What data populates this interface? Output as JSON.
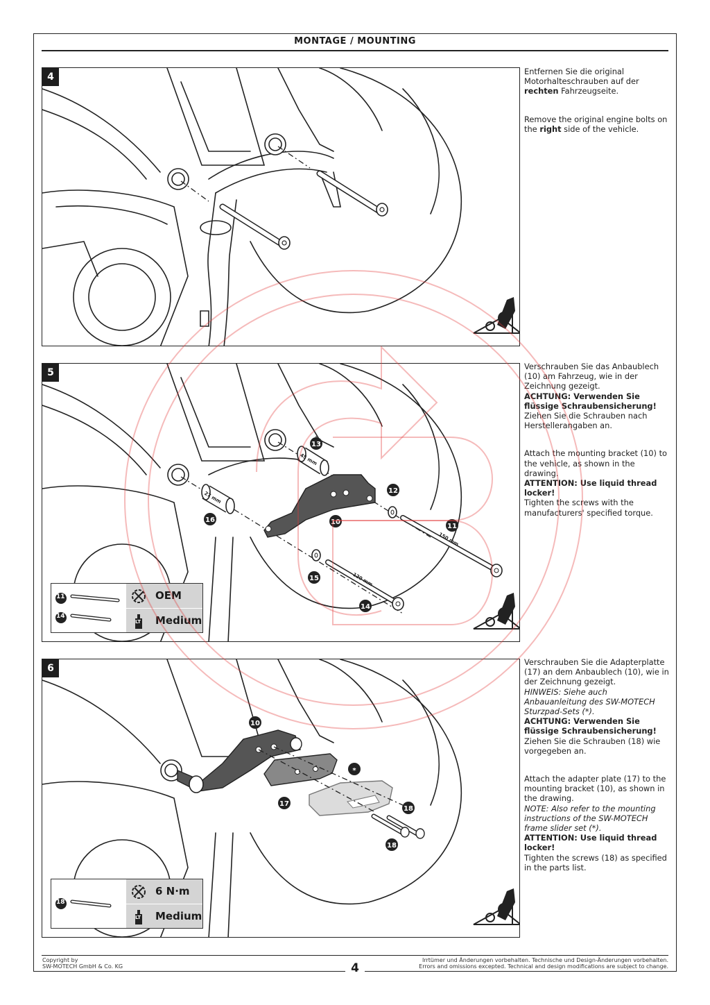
{
  "header": {
    "title": "MONTAGE / MOUNTING"
  },
  "steps": [
    {
      "number": "4",
      "de": [
        {
          "t": "Entfernen Sie die original Motorhalteschrauben auf der ",
          "s": "n"
        },
        {
          "t": "rechten",
          "s": "b"
        },
        {
          "t": " Fahrzeugseite.",
          "s": "n"
        }
      ],
      "en": [
        {
          "t": "Remove the original engine bolts on the ",
          "s": "n"
        },
        {
          "t": "right",
          "s": "b"
        },
        {
          "t": " side of the vehicle.",
          "s": "n"
        }
      ]
    },
    {
      "number": "5",
      "de": [
        {
          "t": "Verschrauben Sie das Anbaublech (10) am Fahrzeug, wie in der Zeichnung gezeigt.",
          "s": "n"
        },
        {
          "t": "ACHTUNG: Verwenden Sie flüssige Schraubensicherung!",
          "s": "b"
        },
        {
          "t": "Ziehen Sie die Schrauben nach Herstellerangaben an.",
          "s": "n"
        }
      ],
      "en": [
        {
          "t": "Attach the mounting bracket (10) to the vehicle, as shown in the drawing.",
          "s": "n"
        },
        {
          "t": "ATTENTION: Use liquid thread locker!",
          "s": "b"
        },
        {
          "t": "Tighten the screws with the manufacturers' specified torque.",
          "s": "n"
        }
      ],
      "labels": {
        "p13": "13",
        "p12": "12",
        "p10": "10",
        "p11": "11",
        "p16": "16",
        "p15": "15",
        "p14": "14",
        "dim45": "45 mm",
        "dim27": "27 mm",
        "dim150": "150 mm",
        "dim120": "120 mm"
      },
      "spec": {
        "bolts": [
          "11",
          "14"
        ],
        "torque": "OEM",
        "threadlock": "Medium",
        "lt": "LT"
      }
    },
    {
      "number": "6",
      "de": [
        {
          "t": "Verschrauben Sie die Adapterplatte (17) an dem Anbaublech (10), wie in der Zeichnung gezeigt.",
          "s": "n"
        },
        {
          "t": "HINWEIS: Siehe auch Anbauanleitung des SW-MOTECH Sturzpad-Sets (*).",
          "s": "i"
        },
        {
          "t": "ACHTUNG: Verwenden Sie flüssige Schraubensicherung!",
          "s": "b"
        },
        {
          "t": "Ziehen Sie die Schrauben (18) wie vorgegeben an.",
          "s": "n"
        }
      ],
      "en": [
        {
          "t": "Attach the adapter plate (17) to the mounting bracket (10), as shown in the drawing.",
          "s": "n"
        },
        {
          "t": "NOTE: Also refer to the mounting instructions of the SW-MOTECH frame slider set (*).",
          "s": "i"
        },
        {
          "t": "ATTENTION: Use liquid thread locker!",
          "s": "b"
        },
        {
          "t": "Tighten the screws (18) as specified in the parts list.",
          "s": "n"
        }
      ],
      "labels": {
        "p10": "10",
        "p17": "17",
        "p18a": "18",
        "p18b": "18",
        "star": "*"
      },
      "spec": {
        "bolts": [
          "18"
        ],
        "torque": "6 N·m",
        "threadlock": "Medium",
        "lt": "LT"
      }
    }
  ],
  "footer": {
    "copyright_line1": "Copyright by",
    "copyright_line2": "SW-MOTECH GmbH & Co. KG",
    "disclaimer_de": "Irrtümer und Änderungen vorbehalten. Technische und Design-Änderungen vorbehalten.",
    "disclaimer_en": "Errors and omissions excepted. Technical and design modifications are subject to change.",
    "page_number": "4"
  },
  "colors": {
    "ink": "#1e1e1e",
    "plate": "#555555",
    "spec_gray": "#d4d4d4",
    "watermark": "#e23a3a"
  }
}
